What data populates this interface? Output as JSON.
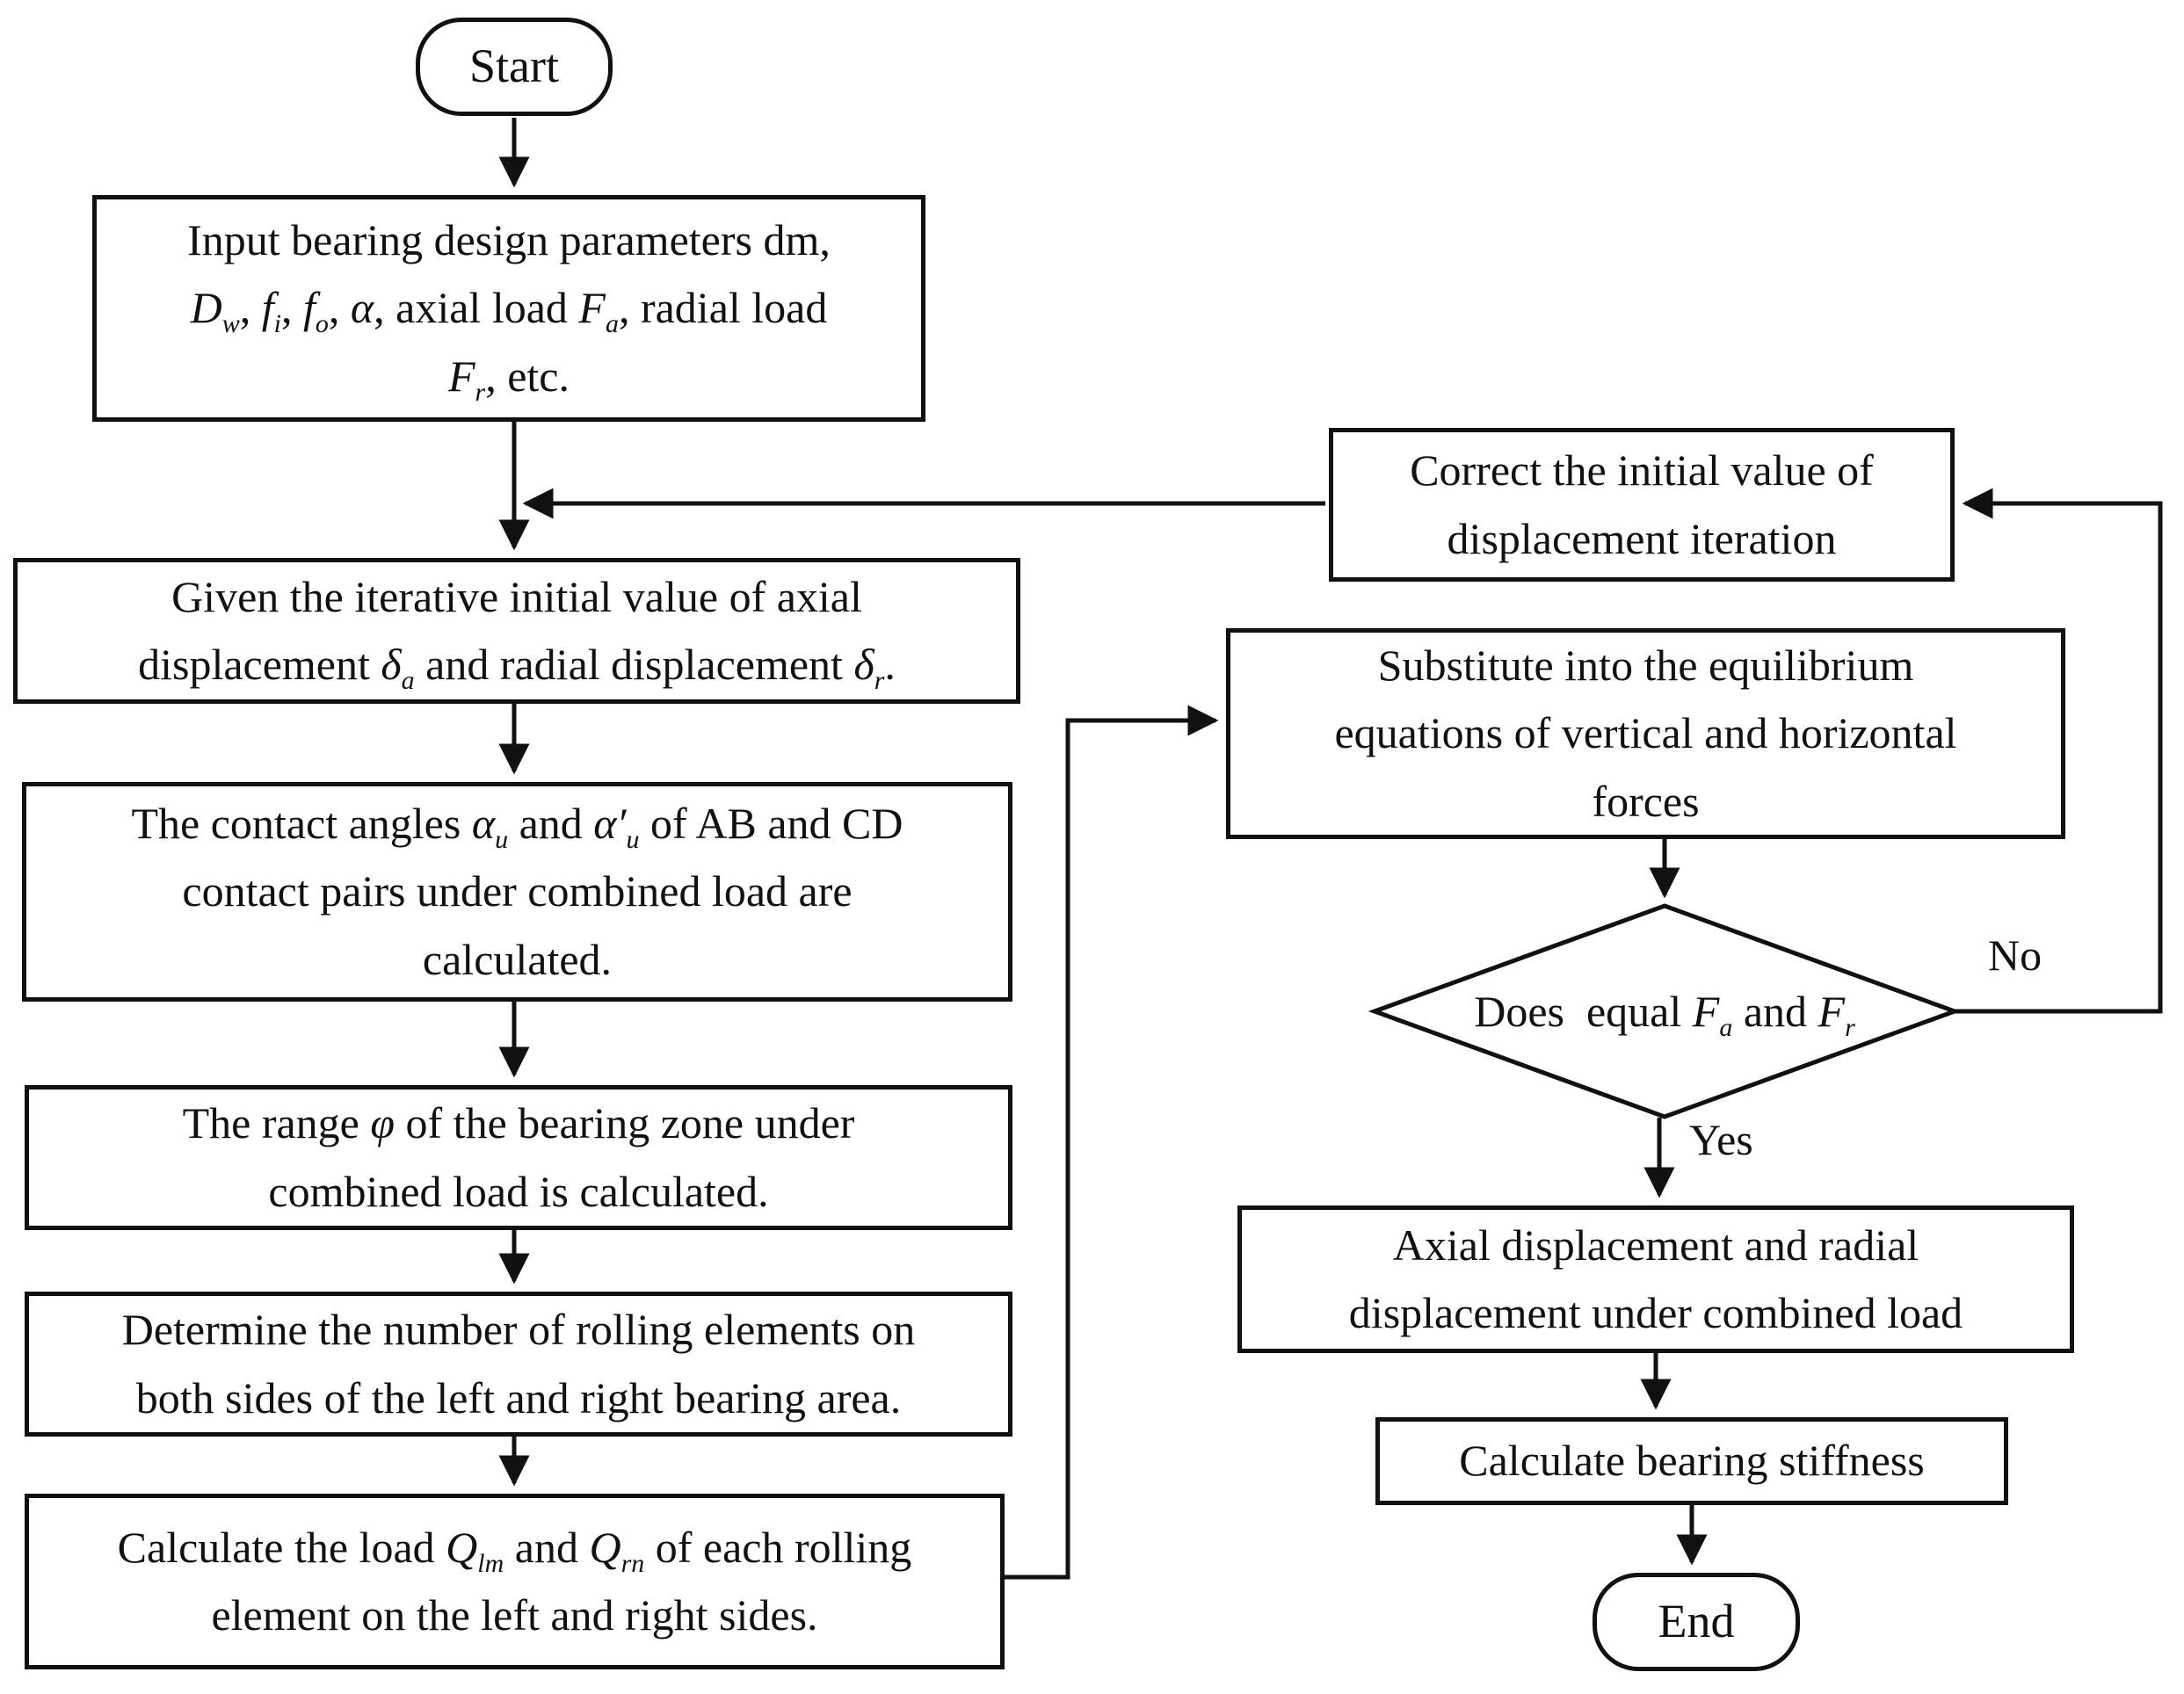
{
  "title": "Bearing stiffness calculation flowchart",
  "colors": {
    "stroke": "#111111",
    "background": "#ffffff",
    "text": "#111111"
  },
  "nodes": {
    "start": {
      "label": "Start"
    },
    "input": {
      "lines": [
        [
          {
            "t": "Input bearing design parameters dm,"
          }
        ],
        [
          {
            "t": "D",
            "i": true
          },
          {
            "t": "w",
            "i": true,
            "sub": true
          },
          {
            "t": ", "
          },
          {
            "t": "f",
            "i": true
          },
          {
            "t": "i",
            "i": true,
            "sub": true
          },
          {
            "t": ", "
          },
          {
            "t": "f",
            "i": true
          },
          {
            "t": "o",
            "i": true,
            "sub": true
          },
          {
            "t": ", "
          },
          {
            "t": "α",
            "i": true
          },
          {
            "t": ", axial load "
          },
          {
            "t": "F",
            "i": true
          },
          {
            "t": "a",
            "i": true,
            "sub": true
          },
          {
            "t": ", radial load"
          }
        ],
        [
          {
            "t": "F",
            "i": true
          },
          {
            "t": "r",
            "i": true,
            "sub": true
          },
          {
            "t": ", etc."
          }
        ]
      ]
    },
    "given": {
      "lines": [
        [
          {
            "t": "Given the iterative initial value of axial"
          }
        ],
        [
          {
            "t": "displacement "
          },
          {
            "t": "δ",
            "i": true
          },
          {
            "t": "a",
            "i": true,
            "sub": true
          },
          {
            "t": " and radial displacement "
          },
          {
            "t": "δ",
            "i": true
          },
          {
            "t": "r",
            "i": true,
            "sub": true
          },
          {
            "t": "."
          }
        ]
      ]
    },
    "contact": {
      "lines": [
        [
          {
            "t": "The contact angles "
          },
          {
            "t": "α",
            "i": true
          },
          {
            "t": "u",
            "i": true,
            "sub": true
          },
          {
            "t": " and "
          },
          {
            "t": "α′",
            "i": true
          },
          {
            "t": "u",
            "i": true,
            "sub": true
          },
          {
            "t": " of AB and CD"
          }
        ],
        [
          {
            "t": "contact pairs under combined load are"
          }
        ],
        [
          {
            "t": "calculated."
          }
        ]
      ]
    },
    "range": {
      "lines": [
        [
          {
            "t": "The range "
          },
          {
            "t": "φ",
            "i": true
          },
          {
            "t": " of the bearing zone under"
          }
        ],
        [
          {
            "t": "combined load is calculated."
          }
        ]
      ]
    },
    "determine": {
      "lines": [
        [
          {
            "t": "Determine the number of rolling elements on"
          }
        ],
        [
          {
            "t": "both sides of the left and right bearing area."
          }
        ]
      ]
    },
    "load": {
      "lines": [
        [
          {
            "t": "Calculate the load "
          },
          {
            "t": "Q",
            "i": true
          },
          {
            "t": "lm",
            "i": true,
            "sub": true
          },
          {
            "t": " and "
          },
          {
            "t": "Q",
            "i": true
          },
          {
            "t": "rn",
            "i": true,
            "sub": true
          },
          {
            "t": " of each rolling"
          }
        ],
        [
          {
            "t": "element on the left and right sides."
          }
        ]
      ]
    },
    "correct": {
      "lines": [
        [
          {
            "t": "Correct the initial value of"
          }
        ],
        [
          {
            "t": "displacement iteration"
          }
        ]
      ]
    },
    "substitute": {
      "lines": [
        [
          {
            "t": "Substitute into the equilibrium"
          }
        ],
        [
          {
            "t": "equations of vertical and horizontal"
          }
        ],
        [
          {
            "t": "forces"
          }
        ]
      ]
    },
    "decision": {
      "lines": [
        [
          {
            "t": "Does  equal "
          },
          {
            "t": "F",
            "i": true
          },
          {
            "t": "a",
            "i": true,
            "sub": true
          },
          {
            "t": " and "
          },
          {
            "t": "F",
            "i": true
          },
          {
            "t": "r",
            "i": true,
            "sub": true
          }
        ]
      ]
    },
    "axial": {
      "lines": [
        [
          {
            "t": "Axial displacement and radial"
          }
        ],
        [
          {
            "t": "displacement under combined load"
          }
        ]
      ]
    },
    "stiffness": {
      "lines": [
        [
          {
            "t": "Calculate bearing stiffness"
          }
        ]
      ]
    },
    "end": {
      "label": "End"
    }
  },
  "edge_labels": {
    "no": "No",
    "yes": "Yes"
  }
}
